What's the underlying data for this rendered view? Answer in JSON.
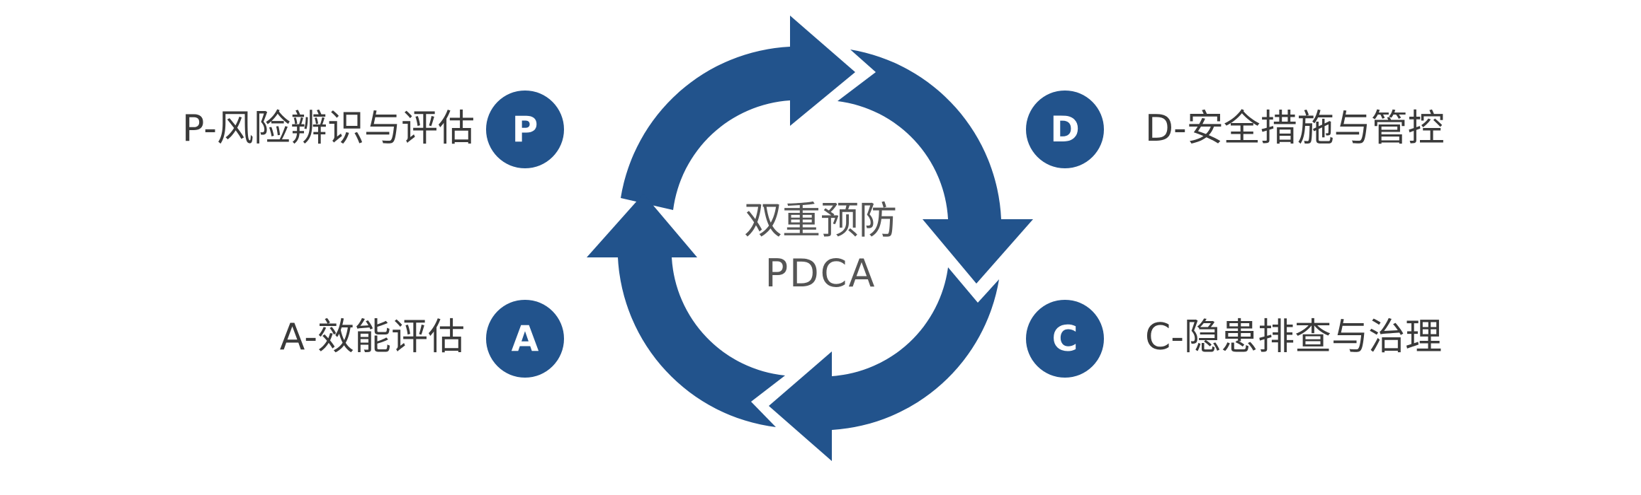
{
  "center": {
    "title": "双重预防",
    "subtitle": "PDCA"
  },
  "steps": [
    {
      "letter": "P",
      "label": "P-风险辨识与评估"
    },
    {
      "letter": "D",
      "label": "D-安全措施与管控"
    },
    {
      "letter": "C",
      "label": "C-隐患排查与治理"
    },
    {
      "letter": "A",
      "label": "A-效能评估"
    }
  ],
  "colors": {
    "primary": "#22538c",
    "text": "#3a3a3a",
    "center_text": "#555555",
    "badge_text": "#ffffff"
  }
}
